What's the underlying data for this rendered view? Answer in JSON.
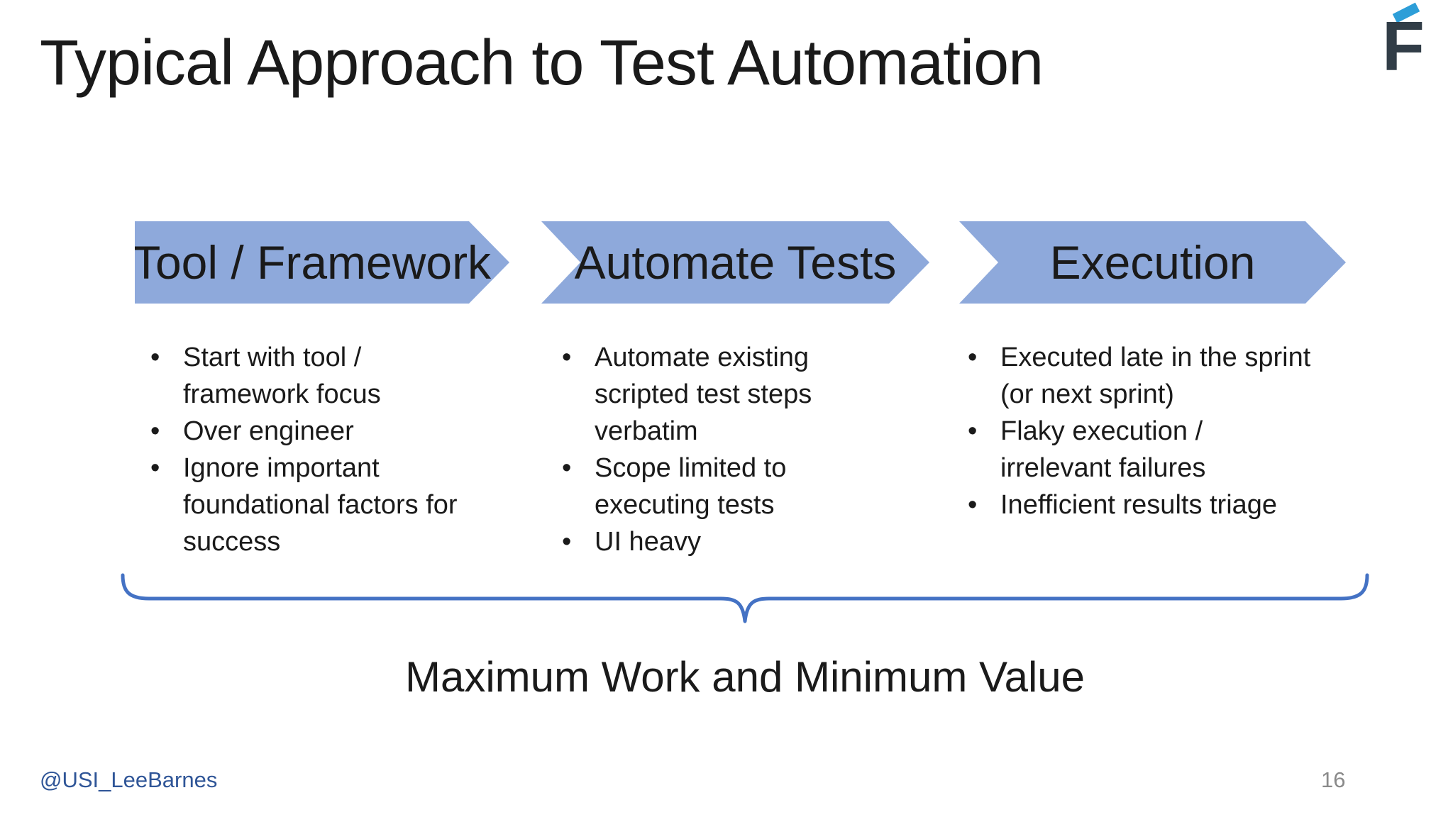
{
  "header": {
    "title": "Typical Approach to Test Automation",
    "logo_letter": "F"
  },
  "stages": [
    {
      "label": "Tool / Framework",
      "bullets": [
        "Start with tool /\nframework focus",
        "Over engineer",
        "Ignore important\nfoundational factors for\nsuccess"
      ]
    },
    {
      "label": "Automate Tests",
      "bullets": [
        "Automate existing\nscripted test steps\nverbatim",
        "Scope limited to\nexecuting tests",
        "UI heavy"
      ]
    },
    {
      "label": "Execution",
      "bullets": [
        "Executed late in the sprint\n(or next sprint)",
        "Flaky execution /\nirrelevant failures",
        "Inefficient results triage"
      ]
    }
  ],
  "summary": {
    "label": "Maximum Work and Minimum Value"
  },
  "footer": {
    "handle": "@USI_LeeBarnes",
    "page_number": "16"
  },
  "ui": {
    "bullet_char": "•"
  },
  "colors": {
    "arrow_fill": "#8EA9DB",
    "brace_stroke": "#4472C4",
    "handle_blue": "#2F5597",
    "page_gray": "#8A8A8A",
    "logo_dark": "#313D47",
    "logo_accent": "#2D9ED8"
  }
}
